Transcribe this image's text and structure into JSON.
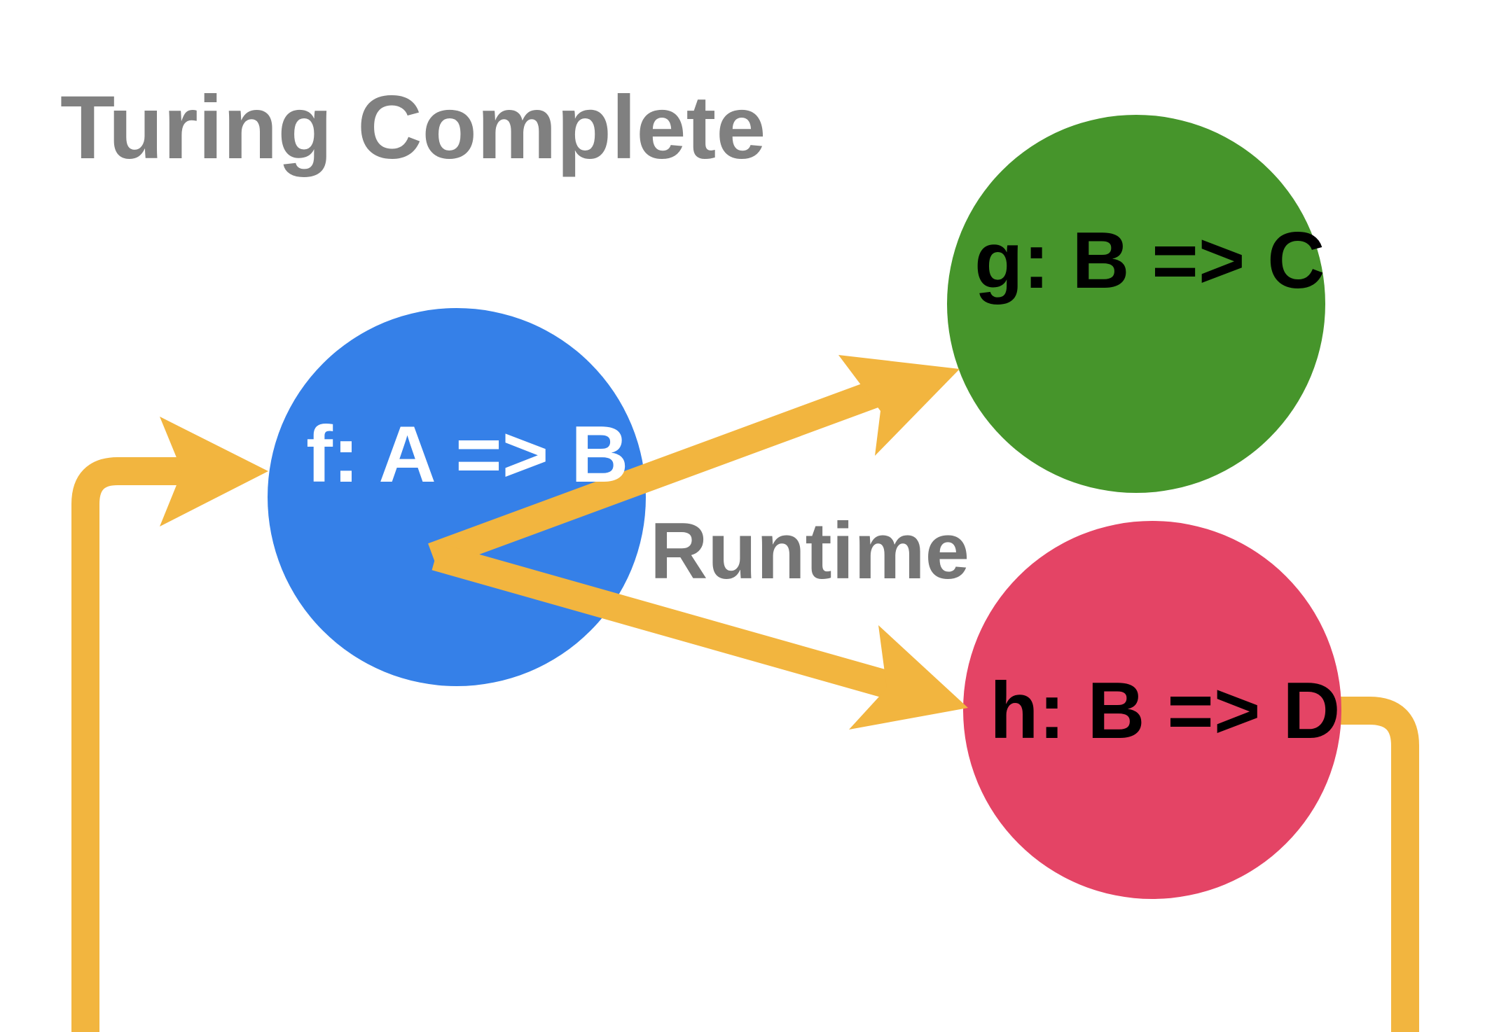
{
  "title": "Turing Complete",
  "colors": {
    "arrow": "#F2B53F",
    "node_f": "#3580E8",
    "node_g": "#46952B",
    "node_h": "#E44465",
    "title_text": "#808080",
    "runtime_text": "#757575",
    "label_on_f": "#ffffff",
    "label_on_g": "#000000",
    "label_on_h": "#000000"
  },
  "nodes": {
    "f": {
      "label": "f: A => B"
    },
    "g": {
      "label": "g: B => C"
    },
    "h": {
      "label": "h: B => D"
    }
  },
  "edges": {
    "runtime_label": "Runtime"
  }
}
